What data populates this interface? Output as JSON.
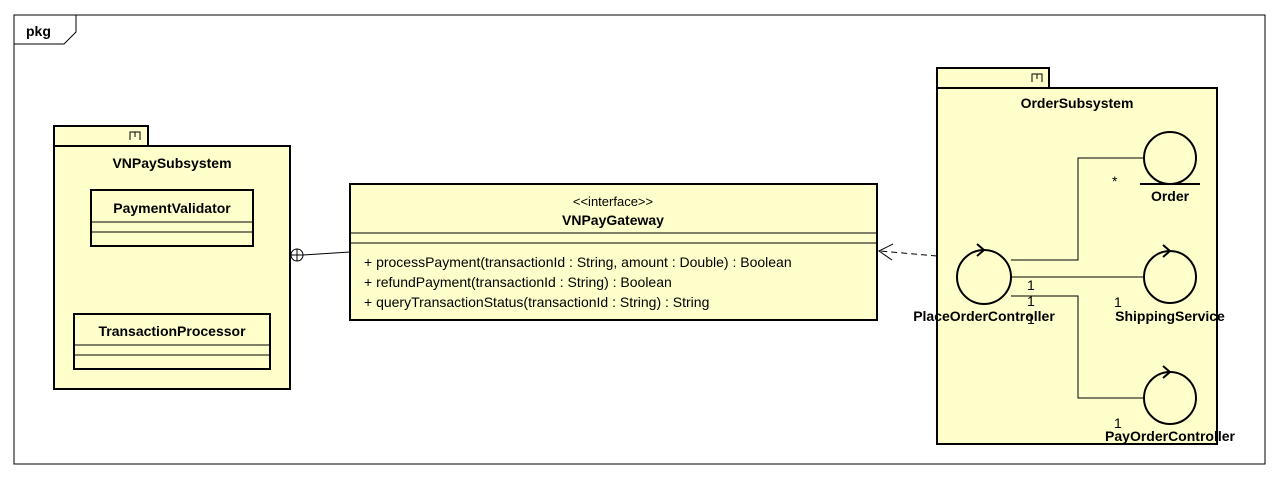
{
  "frame": {
    "label": "pkg"
  },
  "colors": {
    "package_fill": "#ffffcc",
    "stroke": "#000000",
    "background": "#ffffff"
  },
  "vnpay_subsystem": {
    "name": "VNPaySubsystem",
    "classes": [
      {
        "name": "PaymentValidator"
      },
      {
        "name": "TransactionProcessor"
      }
    ]
  },
  "gateway": {
    "stereotype": "<<interface>>",
    "name": "VNPayGateway",
    "operations": [
      "+ processPayment(transactionId : String, amount : Double) : Boolean",
      "+ refundPayment(transactionId : String) : Boolean",
      "+ queryTransactionStatus(transactionId : String) : String"
    ]
  },
  "order_subsystem": {
    "name": "OrderSubsystem",
    "controller": {
      "name": "PlaceOrderController",
      "icon": "control-icon"
    },
    "order_entity": {
      "name": "Order",
      "icon": "entity-icon"
    },
    "shipping": {
      "name": "ShippingService",
      "icon": "control-icon"
    },
    "pay_controller": {
      "name": "PayOrderController",
      "icon": "control-icon"
    },
    "multiplicities": {
      "order_end": "*",
      "controller_order_end": "1",
      "controller_shipping_end": "1",
      "controller_pay_end": "1",
      "shipping_end": "1",
      "pay_end": "1"
    }
  }
}
